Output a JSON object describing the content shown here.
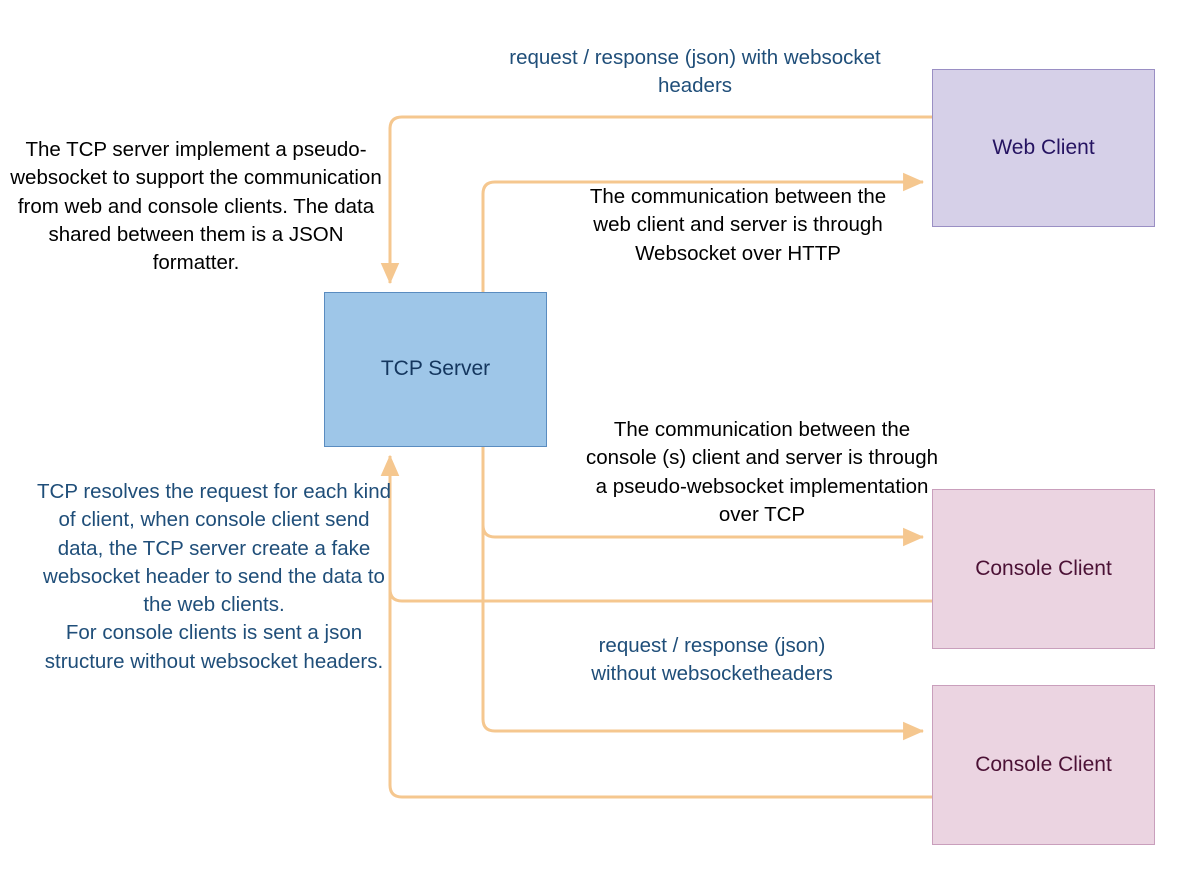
{
  "diagram": {
    "title_note": "request / response (json) with websocket\nheaders",
    "nodes": [
      {
        "id": "tcp-server",
        "label": "TCP Server",
        "fill": "#9EC6E8",
        "stroke": "#5A8CC0",
        "text_color": "#14365E"
      },
      {
        "id": "web-client",
        "label": "Web Client",
        "fill": "#D6D0E8",
        "stroke": "#9A8FC4",
        "text_color": "#251361"
      },
      {
        "id": "console-client-1",
        "label": "Console Client",
        "fill": "#EBD4E1",
        "stroke": "#C99FBC",
        "text_color": "#4B1135"
      },
      {
        "id": "console-client-2",
        "label": "Console Client",
        "fill": "#EBD4E1",
        "stroke": "#C99FBC",
        "text_color": "#4B1135"
      }
    ],
    "notes": {
      "left_top": "The TCP server implement a pseudo-websocket to support the communication from web and console clients. The data shared between them is a JSON formatter.",
      "web_communication": "The communication between the web client and server is through Websocket over HTTP",
      "console_communication": "The communication between the console (s) client and server is through a pseudo-websocket implementation over TCP",
      "left_bottom": "TCP resolves the request for each kind of client, when console client send data, the TCP server create a fake websocket header to send the data to the web clients.\nFor console clients is sent a json structure without websocket headers.",
      "bottom_blue": "request / response (json)\nwithout websocketheaders"
    },
    "connector_color": "#F5C78F",
    "connectors": [
      {
        "id": "web-client-to-tcp-server",
        "from": "web-client",
        "to": "tcp-server",
        "direction": "left-then-down",
        "arrow": "down"
      },
      {
        "id": "tcp-server-to-web-client",
        "from": "tcp-server",
        "to": "web-client",
        "direction": "up-then-right",
        "arrow": "right"
      },
      {
        "id": "tcp-server-to-console-client-1",
        "from": "tcp-server",
        "to": "console-client-1",
        "direction": "down-then-right",
        "arrow": "right"
      },
      {
        "id": "console-client-1-to-tcp-server",
        "from": "console-client-1",
        "to": "tcp-server",
        "direction": "left-then-up",
        "arrow": "up"
      },
      {
        "id": "tcp-server-to-console-client-2",
        "from": "tcp-server",
        "to": "console-client-2",
        "direction": "down-then-right",
        "arrow": "right"
      },
      {
        "id": "console-client-2-to-tcp-server",
        "from": "console-client-2",
        "to": "tcp-server",
        "direction": "left-then-up",
        "arrow": "up"
      }
    ]
  }
}
